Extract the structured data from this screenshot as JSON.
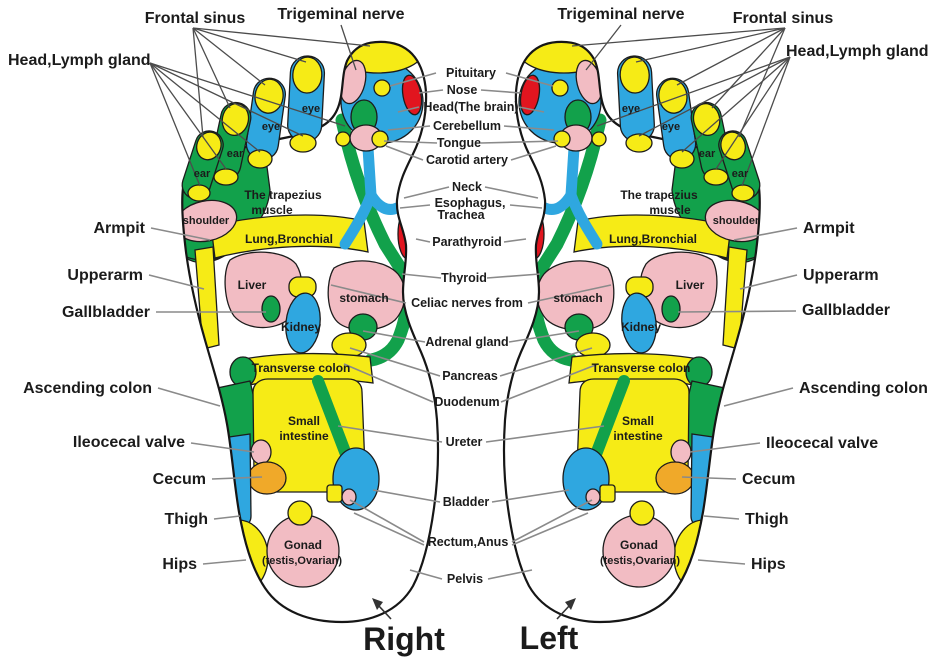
{
  "diagram": {
    "title": "Foot reflexology zones chart",
    "top_labels": {
      "frontal_sinus": "Frontal sinus",
      "trigeminal_nerve": "Trigeminal nerve",
      "head_lymph_gland": "Head,Lymph gland"
    },
    "side_labels": {
      "armpit": "Armpit",
      "upperarm": "Upperarm",
      "gallbladder": "Gallbladder",
      "ascending_colon": "Ascending colon",
      "ileocecal_valve": "Ileocecal valve",
      "cecum": "Cecum",
      "thigh": "Thigh",
      "hips": "Hips"
    },
    "center_labels": {
      "pituitary": "Pituitary",
      "nose": "Nose",
      "head_brain": "Head(The brain)",
      "cerebellum": "Cerebellum",
      "tongue": "Tongue",
      "carotid_artery": "Carotid artery",
      "neck": "Neck",
      "esophagus": "Esophagus,",
      "trachea": "Trachea",
      "parathyroid": "Parathyroid",
      "thyroid": "Thyroid",
      "celiac": "Celiac nerves from",
      "adrenal_gland": "Adrenal gland",
      "pancreas": "Pancreas",
      "duodenum": "Duodenum",
      "ureter": "Ureter",
      "bladder": "Bladder",
      "rectum_anus": "Rectum,Anus",
      "pelvis": "Pelvis"
    },
    "zone_labels": {
      "eye": "eye",
      "ear": "ear",
      "shoulder": "shoulder",
      "trapezius_line1": "The trapezius",
      "trapezius_line2": "muscle",
      "lung_bronchial": "Lung,Bronchial",
      "liver": "Liver",
      "stomach": "stomach",
      "kidney": "Kidney",
      "transverse_colon": "Transverse colon",
      "small_intestine_line1": "Small",
      "small_intestine_line2": "intestine",
      "gonad_line1": "Gonad",
      "gonad_line2": "(testis,Ovarian)"
    },
    "footer": {
      "right_foot": "Right",
      "left_foot": "Left"
    },
    "colors": {
      "yellow": "#F6EB16",
      "blue": "#2FA7E0",
      "green": "#12A14B",
      "pink": "#F2BCC3",
      "red": "#E1151F",
      "orange": "#F0A929",
      "outline": "#161616",
      "leader_line": "#8A8A8A"
    }
  }
}
